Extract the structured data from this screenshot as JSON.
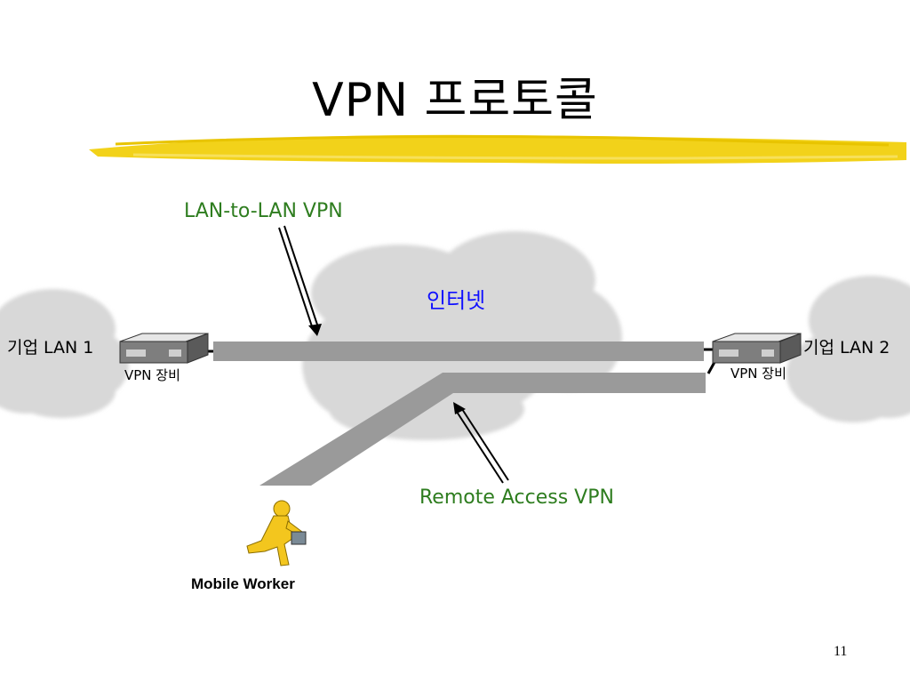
{
  "slide": {
    "title": "VPN 프로토콜",
    "page_number": "11"
  },
  "labels": {
    "lan_to_lan": "LAN-to-LAN VPN",
    "internet": "인터넷",
    "lan1": "기업 LAN 1",
    "lan2": "기업 LAN 2",
    "device_left": "VPN 장비",
    "device_right": "VPN 장비",
    "remote_access": "Remote Access VPN",
    "mobile_worker": "Mobile Worker"
  },
  "colors": {
    "title_underline": "#f2d21a",
    "label_green": "#2e7d1f",
    "internet_blue": "#1010ff",
    "tunnel_gray": "#9a9a9a",
    "cloud_gray": "#d4d4d4",
    "worker_yellow": "#f3c61e"
  },
  "icons": [
    "vpn-device-icon",
    "mobile-worker-icon",
    "cloud-icon",
    "arrow-icon"
  ]
}
